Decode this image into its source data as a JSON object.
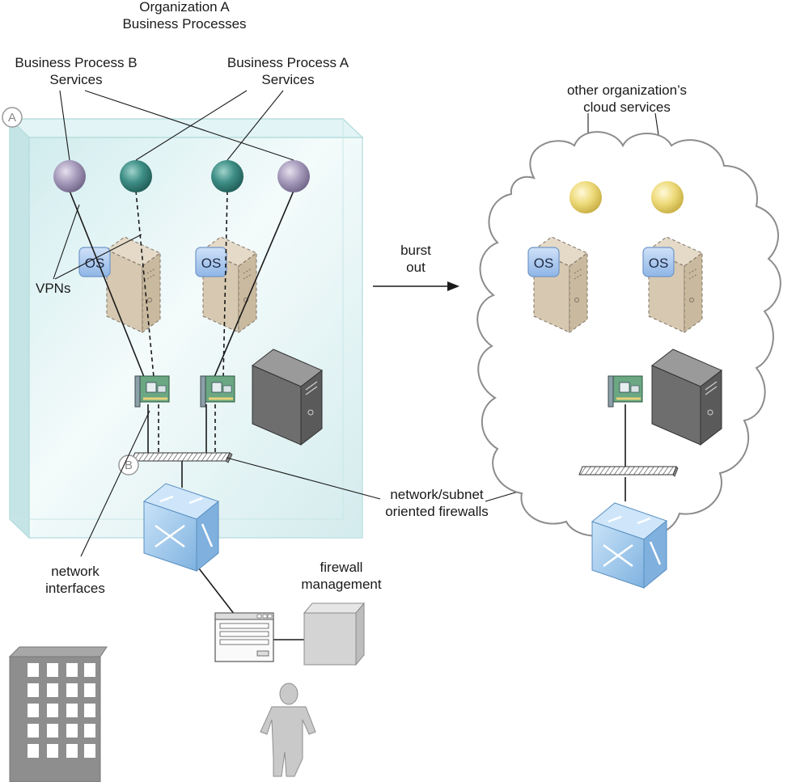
{
  "labels": {
    "org_title_line1": "Organization A",
    "org_title_line2": "Business Processes",
    "bp_b_line1": "Business Process B",
    "bp_b_line2": "Services",
    "bp_a_line1": "Business Process A",
    "bp_a_line2": "Services",
    "other_line1": "other organization’s",
    "other_line2": "cloud services",
    "burst_line1": "burst",
    "burst_line2": "out",
    "vpns": "VPNs",
    "firewalls_line1": "network/subnet",
    "firewalls_line2": "oriented firewalls",
    "netif_line1": "network",
    "netif_line2": "interfaces",
    "fwmgmt_line1": "firewall",
    "fwmgmt_line2": "management",
    "os": "OS",
    "marker_a": "A",
    "marker_b": "B"
  },
  "colors": {
    "enclosure_fill": "#d8eff0",
    "enclosure_edge": "#b9dedf",
    "cloud_stroke": "#8c8c8c",
    "service_b": "#9a8fb0",
    "service_a": "#3f8f86",
    "other_service": "#ecd777",
    "server_box": "#dccfb8",
    "os_badge": "#a9c8ef",
    "switch": "#a3cbf0",
    "tower": "#6b6b6b",
    "building": "#8e8e8e",
    "person": "#c9c9c9"
  }
}
